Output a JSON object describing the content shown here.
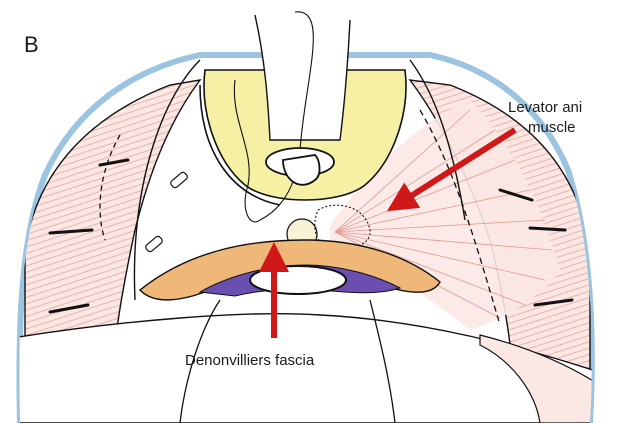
{
  "figure": {
    "panel_label": "B",
    "labels": {
      "levator_line1": "Levator ani",
      "levator_line2": "muscle",
      "denonvilliers": "Denonvilliers fascia"
    }
  },
  "colors": {
    "background": "#ffffff",
    "outer_skin": "#9cc3e0",
    "muscle_fill": "#fbe8e4",
    "muscle_fiber": "#e39a92",
    "bladder_yellow": "#f5f0a4",
    "fascia_tan": "#f0b878",
    "purple_layer": "#6a4fb0",
    "arrow_red": "#d01818",
    "outline": "#111111"
  }
}
